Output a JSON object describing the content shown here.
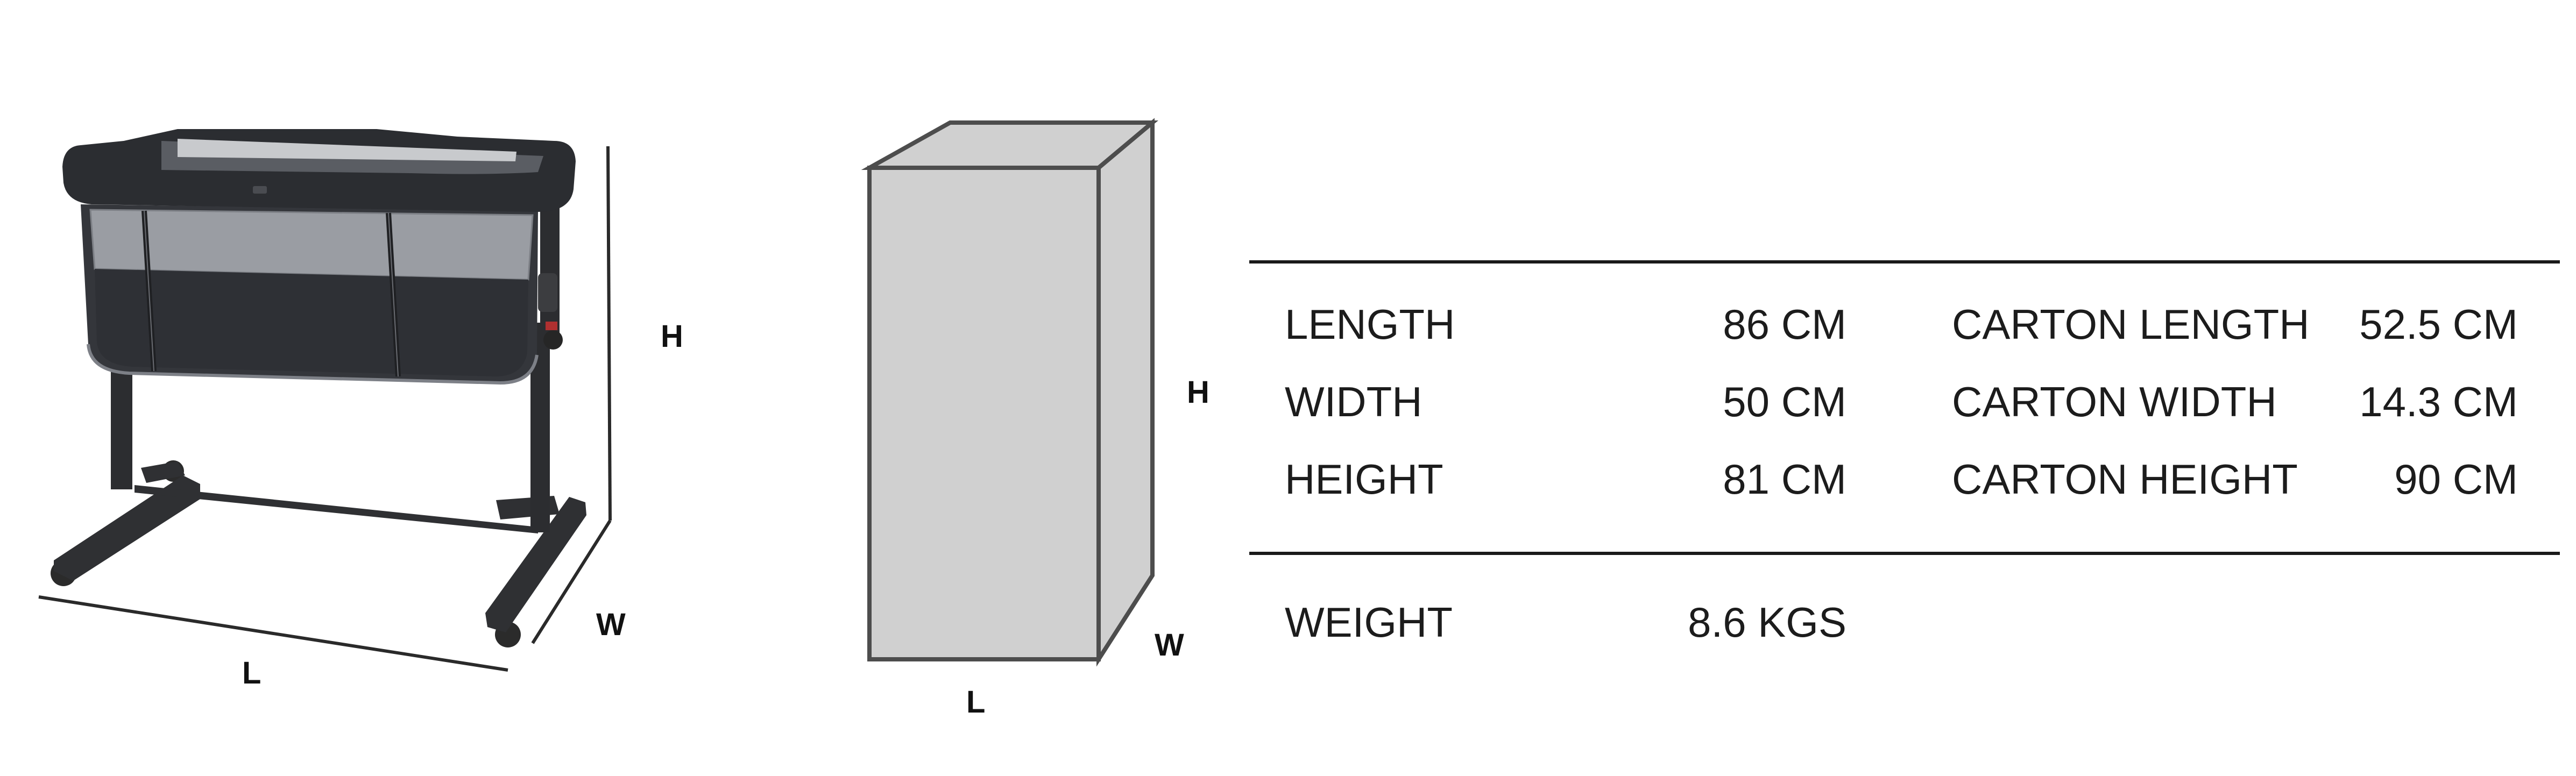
{
  "product_diagram": {
    "labels": {
      "height": "H",
      "width": "W",
      "length": "L"
    }
  },
  "carton_diagram": {
    "labels": {
      "height": "H",
      "width": "W",
      "length": "L"
    },
    "fill_color": "#d0d0d0",
    "stroke_color": "#4d4d4d"
  },
  "specs": {
    "rows": [
      {
        "label": "LENGTH",
        "value": "86 CM",
        "carton_label": "CARTON LENGTH",
        "carton_value": "52.5 CM"
      },
      {
        "label": "WIDTH",
        "value": "50 CM",
        "carton_label": "CARTON WIDTH",
        "carton_value": "14.3 CM"
      },
      {
        "label": "HEIGHT",
        "value": "81 CM",
        "carton_label": "CARTON HEIGHT",
        "carton_value": "90 CM"
      }
    ],
    "weight": {
      "label": "WEIGHT",
      "value": "8.6 KGS"
    }
  }
}
